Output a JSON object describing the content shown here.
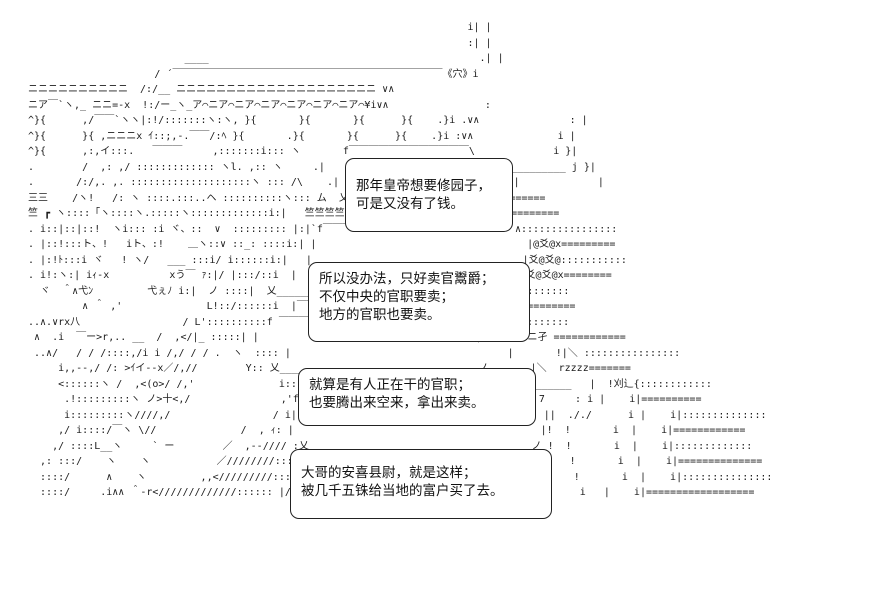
{
  "ascii_art": [
    "                                                                         i| |",
    "                                                                         :| |",
    "                          ____                                             .| |",
    "                     / ´￣￣￣￣￣￣￣￣￣￣￣￣￣￣￣￣￣￣￣￣￣￣￣￣￣￣￣《穴》i",
    "ニニニニニニニニニニ  /:/__ ニニニニニニニニニニニニニニニニニニニニ ∨∧",
    "ニア￣`ヽ,_ ニニ=-x  !:/ー_ヽ_ア⌒ニア⌒ニア⌒ニア⌒ニア⌒ニア⌒ニア⌒¥i∨∧                :",
    "^}{      ,/￣￣`ヽヽ|:!/:::::::ヽ:ヽ, }{       }{       }{      }{    .}i .∨∧               : |",
    "^}{      }{ ,ニニニx ｲ::;,-.￣￣/:ﾍ }{       .}{       }{      }{    .}i :∨∧              i |",
    "^}{      ,:,イ:::.   ￣￣￣     ,:::::::i::: ヽ       f￣￣￣￣￣￣￣￣￣￣￣￣\\             i }|",
    ".        /  ,: ,/ ::::::::::::: ヽl. ,:: ヽ     .|                          |  ___________ j }|",
    ".       /:/,. ,. ::::::::::::::::::::ヽ ::: /\\    .|                          |  |             |",
    "三三    /ヽ!   /: ヽ ::::.:::..ヘ ::::::::::ヽ::: ム  乂________________ノ  ∧============",
    "竺 ┏ ヽ::::「ヽ::::ヽ.:::::ヽ:::::::::::::i:|   竺竺竺竺竺竺竺竺竺竺竺 .∨∧!:  |:∨∧============",
    ". i::|::|::!  ヽi::: :i ヾ、::  ∨  ::::::::: |:|`f￣￣￣￣￣￣￣￣￣￣￣￣￣￣￣￣￣ヽ  ∧::::::::::::::::",
    ". |::!:::ト、!   iト、:!    ＿ヽ::∨ ::_: ::::i:| |                                   |@爻@x=========",
    ". |:!ﾄ:::i ヾ   ! ヽ/   ___ :::i/ i::::::i:|   |                                   |爻@爻@:::::::::::",
    ". i!:ヽ:| iｨ-x          xう￣ ｧ:|/ |:::/::i  |                                   |  爻@爻@x========",
    "  ヾ  ＾∧弋ﾝ         弋ぇﾉ i:|  ノ ::::|  乂_____________________________ノ爻@爻@爻)::::::::::",
    "         ∧ ＾ ,'              L!::/::::::i  |￣￣￣￣r=9.!        爻@爻@爻@爻@爻@爻@爻=========",
    "..∧.∨rx八                 / L'::::::::::f ￣￣￣￣￣￣￣￣￣￣￣￣￣￣￣￣￣ヽ  @爻@爻@::::::::::",
    " ∧  .i  ￣ー>r,.. __  /  ,</|_ :::::| |                                    | 三ニニ二ニ孑 ============",
    " ..∧/   / / /::::,/i i /,/ / / .  ヽ  :::: |                                    |       !|＼ ::::::::::::::::",
    "     i,,--,/ /: >ｲイ--x／/,//        Y:: 乂_________________________________ノ       |＼  rzzzz=======",
    "     <::::::ヽ /  ,<(o>/ /,'              i:: |￣￣￣￣￣￣     l/￣￣￣ヽ|`)^o.)(^o|_________   |  !刈辶{::::::::::::",
    "      .!:::::::::ヽ ノ>十<,/               ,'f ￣￣￣￣￣￣￣￣￣￣￣￣￣￣￣￣￣￣￣￣ヽ  | 7     : i |    i|==========",
    "      i:::::::::ヽ////,/                 / i|                                         ||  ././      i |    i|::::::::::::::",
    "     ,/ i::::/￣ヽ \\//              /  , ｨ: |                                         |!  !       i  |    i|============",
    "    ,/ ::::L__ヽ     ` ー        ／  ,--//// :乂_____________________________________ノ !  !       i  |    i|:::::::::::::",
    "  ,: :::/    ヽ    ヽ           ／////////:::: ! //////////////////////////////|宍宍宍 !    !       i  |    i|==============",
    "  ::::/      ∧    ヽ         ,,</////////:::::: |//////////////////////////////|ニ二二 !    !       i  |    i|:::::::::::::::",
    "  ::::/     .i∧∧ ＾-r</////////////:::::: |//////////////////////////////|啬啬啬 !    !      i   |    i|=================="
  ],
  "bubbles": [
    {
      "lines": [
        "那年皇帝想要修园子，",
        "可是又没有了钱。"
      ]
    },
    {
      "lines": [
        "所以没办法，只好卖官鬻爵；",
        "不仅中央的官职要卖；",
        "地方的官职也要卖。"
      ]
    },
    {
      "lines": [
        "就算是有人正在干的官职；",
        "也要腾出来空来，拿出来卖。"
      ]
    },
    {
      "lines": [
        "大哥的安喜县尉，就是这样；",
        "被几千五铢给当地的富户买了去。"
      ]
    }
  ]
}
